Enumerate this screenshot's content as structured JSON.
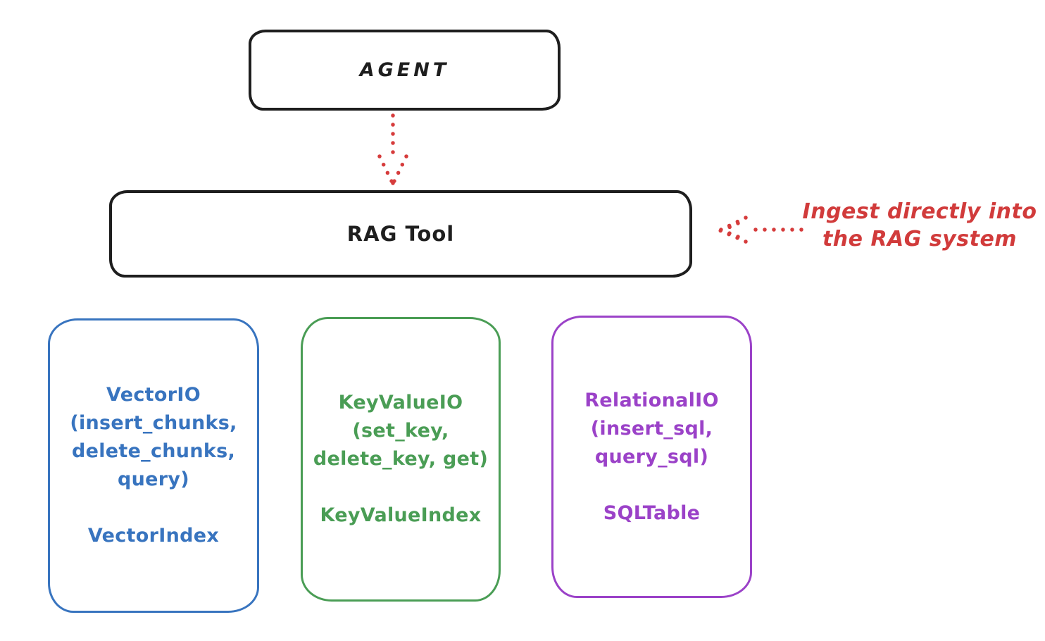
{
  "colors": {
    "background": "#ffffff",
    "black_stroke": "#1e1e1e",
    "red": "#d63c3c",
    "blue": "#3874bf",
    "green": "#4a9d55",
    "purple": "#9b42c8"
  },
  "agent_box": {
    "label": "AGENT"
  },
  "rag_tool_box": {
    "label": "RAG Tool"
  },
  "annotation": {
    "line1": "Ingest directly into",
    "line2": "the RAG system"
  },
  "arrows": {
    "agent_to_rag": "red-dotted-down-arrow",
    "annotation_to_rag": "red-dotted-left-arrow"
  },
  "io_boxes": [
    {
      "name": "vector-io",
      "color": "#3874bf",
      "title": "VectorIO",
      "params": [
        "(insert_chunks,",
        "delete_chunks,",
        "query)"
      ],
      "index_label": "VectorIndex"
    },
    {
      "name": "keyvalue-io",
      "color": "#4a9d55",
      "title": "KeyValueIO",
      "params": [
        "(set_key,",
        "delete_key, get)"
      ],
      "index_label": "KeyValueIndex"
    },
    {
      "name": "relational-io",
      "color": "#9b42c8",
      "title": "RelationalIO",
      "params": [
        "(insert_sql,",
        "query_sql)"
      ],
      "index_label": "SQLTable"
    }
  ]
}
